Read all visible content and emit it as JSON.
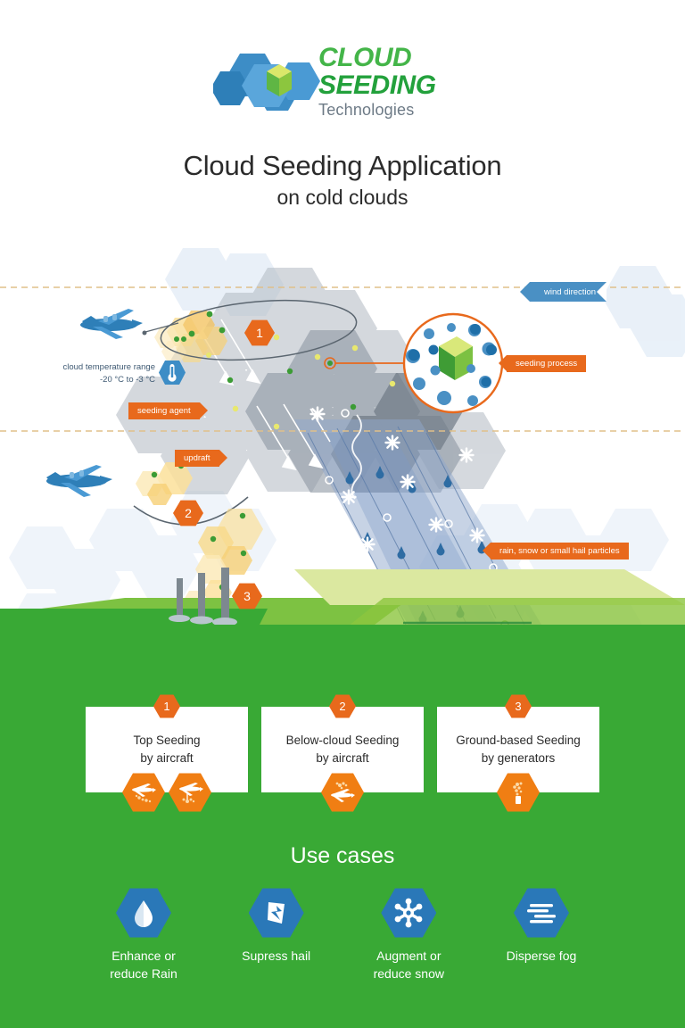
{
  "logo": {
    "line1": "CLOUD",
    "line2": "SEEDING",
    "line3": "Technologies",
    "mark_icon": "hexagon-cube-logo-icon",
    "green": "#39a935",
    "blue": "#3d8dc6"
  },
  "title": {
    "main": "Cloud Seeding Application",
    "sub": "on cold clouds"
  },
  "diagram": {
    "labels": {
      "wind_direction": "wind direction",
      "seeding_process": "seeding process",
      "seeding_agent": "seeding agent",
      "updraft": "updraft",
      "precipitation": "rain, snow or small hail particles",
      "cloud_temp_line1": "cloud temperature range",
      "cloud_temp_line2": "-20 °C to -3 °C"
    },
    "markers": {
      "m1": "1",
      "m2": "2",
      "m3": "3"
    },
    "icons": {
      "thermometer": "thermometer-icon",
      "aircraft_top": "aircraft-icon",
      "aircraft_below": "aircraft-icon",
      "generators": "ground-generator-icon",
      "magnifier": "magnifier-circle-icon",
      "snowflake": "snowflake-icon",
      "raindrop": "raindrop-icon",
      "hail": "hail-particle-icon"
    },
    "colors": {
      "orange": "#e8691c",
      "blue_banner": "#4a90c4",
      "dashed_line": "#e0c9a5",
      "cloud_gray": "#9aa3ad",
      "rain_band": "#8fa8cc",
      "agent_yellow": "#f6c350"
    }
  },
  "methods": [
    {
      "number": "1",
      "line1": "Top Seeding",
      "line2": "by aircraft",
      "icons": [
        "aircraft-seeding-icon",
        "aircraft-flare-icon"
      ]
    },
    {
      "number": "2",
      "line1": "Below-cloud Seeding",
      "line2": "by aircraft",
      "icons": [
        "aircraft-below-cloud-icon"
      ]
    },
    {
      "number": "3",
      "line1": "Ground-based Seeding",
      "line2": "by generators",
      "icons": [
        "ground-generator-icon"
      ]
    }
  ],
  "use_cases": {
    "heading": "Use cases",
    "items": [
      {
        "icon": "water-drop-icon",
        "line1": "Enhance or",
        "line2": "reduce Rain"
      },
      {
        "icon": "hail-shard-icon",
        "line1": "Supress hail",
        "line2": ""
      },
      {
        "icon": "snowflake-icon",
        "line1": "Augment or",
        "line2": "reduce snow"
      },
      {
        "icon": "fog-lines-icon",
        "line1": "Disperse fog",
        "line2": ""
      }
    ]
  },
  "theme": {
    "green_bg": "#39a935",
    "orange": "#e8691c",
    "orange_light": "#f07e13",
    "blue": "#2a78b8",
    "text_dark": "#2b2b2b"
  }
}
